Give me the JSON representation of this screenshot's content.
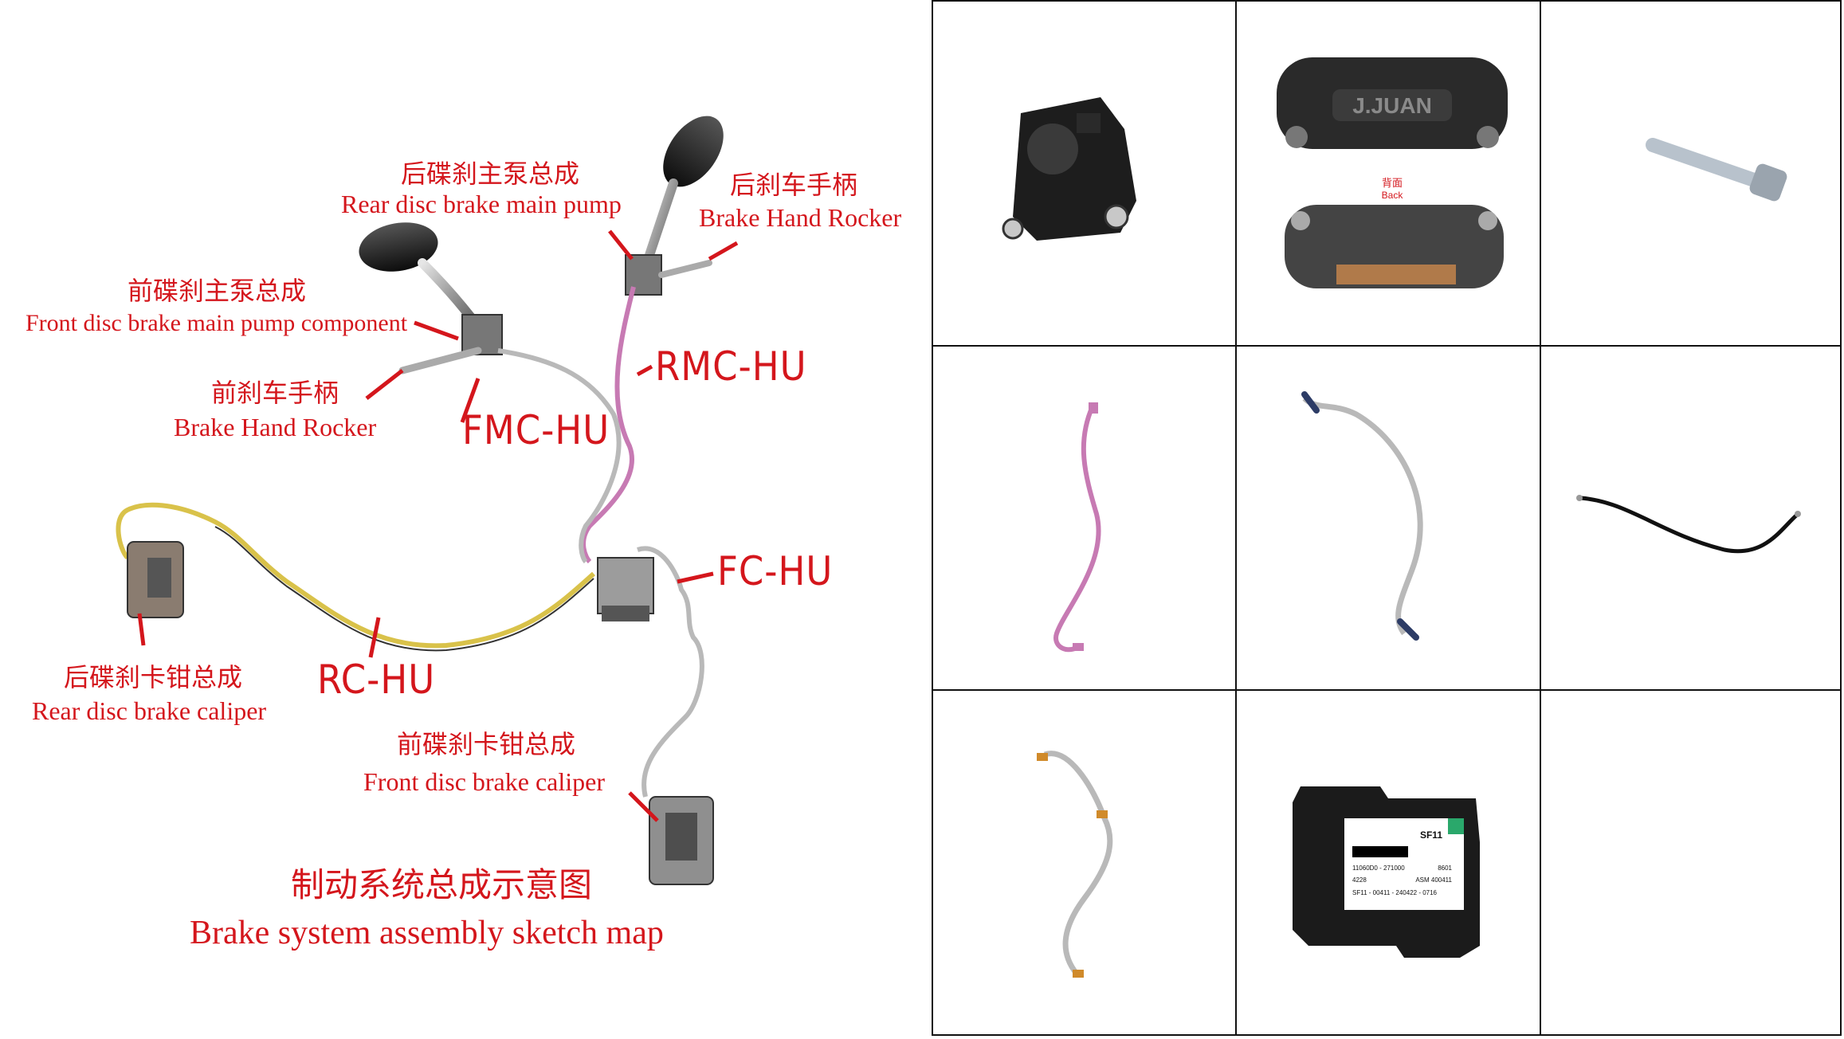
{
  "labels": {
    "rear_pump_zh": "后碟刹主泵总成",
    "rear_pump_en": "Rear disc brake main pump",
    "rear_rocker_zh": "后刹车手柄",
    "rear_rocker_en": "Brake Hand Rocker",
    "front_pump_zh": "前碟刹主泵总成",
    "front_pump_en": "Front disc brake main pump component",
    "front_rocker_zh": "前刹车手柄",
    "front_rocker_en": "Brake Hand Rocker",
    "rmc": "RMC-HU",
    "fmc": "FMC-HU",
    "fc": "FC-HU",
    "rc": "RC-HU",
    "rear_caliper_zh": "后碟刹卡钳总成",
    "rear_caliper_en": "Rear disc brake caliper",
    "front_caliper_zh": "前碟刹卡钳总成",
    "front_caliper_en": "Front disc brake caliper",
    "title_zh": "制动系统总成示意图",
    "title_en": "Brake system assembly sketch map"
  },
  "parts": {
    "caliper_brand": "J.JUAN",
    "back_zh": "背面",
    "back_en": "Back",
    "abs_tag": "SF11",
    "abs_line1": "11060D0 - 271000",
    "abs_line1b": "8601",
    "abs_line2": "4228",
    "abs_line2b": "ASM 400411",
    "abs_line3": "SF11 - 00411 - 240422 - 0716"
  },
  "colors": {
    "label_red": "#d4161c",
    "pink_hose": "#c77ab3",
    "yellow_hose": "#d9c24a",
    "orange_fitting": "#d08a2a"
  }
}
